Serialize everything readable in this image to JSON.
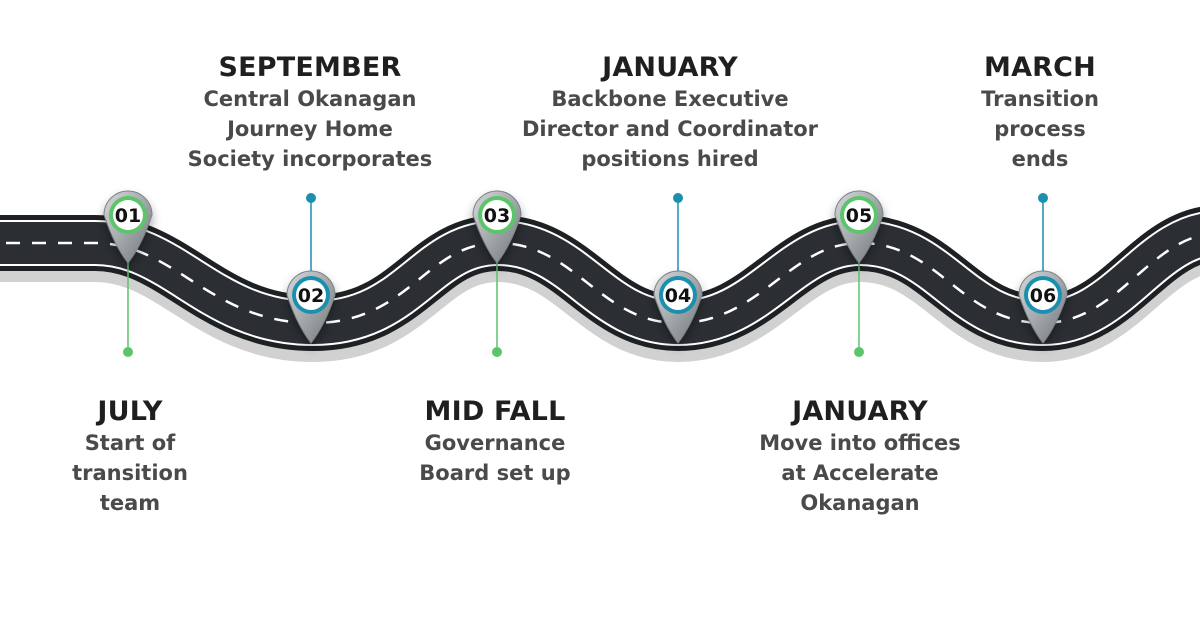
{
  "milestones": [
    {
      "number": "01",
      "title": "JULY",
      "description": "Start of\ntransition\nteam",
      "accent": "#5cc46a"
    },
    {
      "number": "02",
      "title": "SEPTEMBER",
      "description": "Central Okanagan\nJourney Home\nSociety incorporates",
      "accent": "#1b8fb0"
    },
    {
      "number": "03",
      "title": "MID FALL",
      "description": "Governance\nBoard set up",
      "accent": "#5cc46a"
    },
    {
      "number": "04",
      "title": "JANUARY",
      "description": "Backbone Executive\nDirector and Coordinator\npositions hired",
      "accent": "#1b8fb0"
    },
    {
      "number": "05",
      "title": "JANUARY",
      "description": "Move into offices\nat Accelerate\nOkanagan",
      "accent": "#5cc46a"
    },
    {
      "number": "06",
      "title": "MARCH",
      "description": "Transition\nprocess\nends",
      "accent": "#1b8fb0"
    }
  ],
  "colors": {
    "road": "#2b2f33",
    "road_edge": "#ffffff",
    "green": "#5cc46a",
    "blue": "#1b8fb0",
    "pin_body": "#9aa0a4"
  }
}
